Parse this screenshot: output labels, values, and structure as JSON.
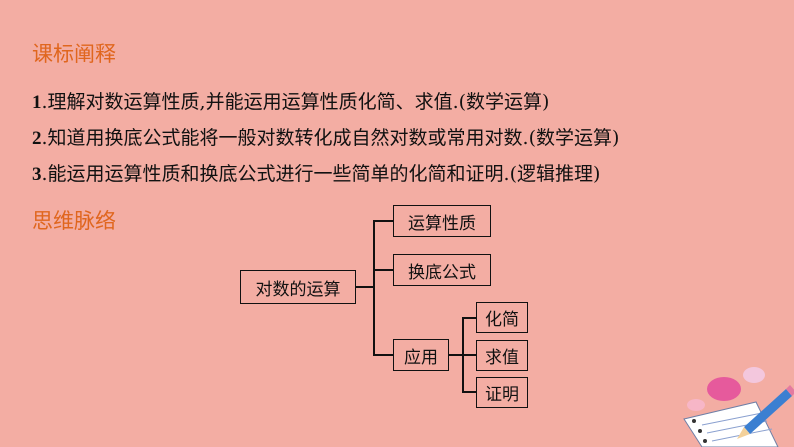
{
  "sections": {
    "standards_title": "课标阐释",
    "mindmap_title": "思维脉络"
  },
  "objectives": [
    {
      "num": "1",
      "text": ".理解对数运算性质,并能运用运算性质化简、求值.(数学运算)"
    },
    {
      "num": "2",
      "text": ".知道用换底公式能将一般对数转化成自然对数或常用对数.(数学运算)"
    },
    {
      "num": "3",
      "text": ".能运用运算性质和换底公式进行一些简单的化简和证明.(逻辑推理)"
    }
  ],
  "diagram": {
    "root": "对数的运算",
    "branches": [
      "运算性质",
      "换底公式",
      "应用"
    ],
    "applications": [
      "化简",
      "求值",
      "证明"
    ]
  }
}
